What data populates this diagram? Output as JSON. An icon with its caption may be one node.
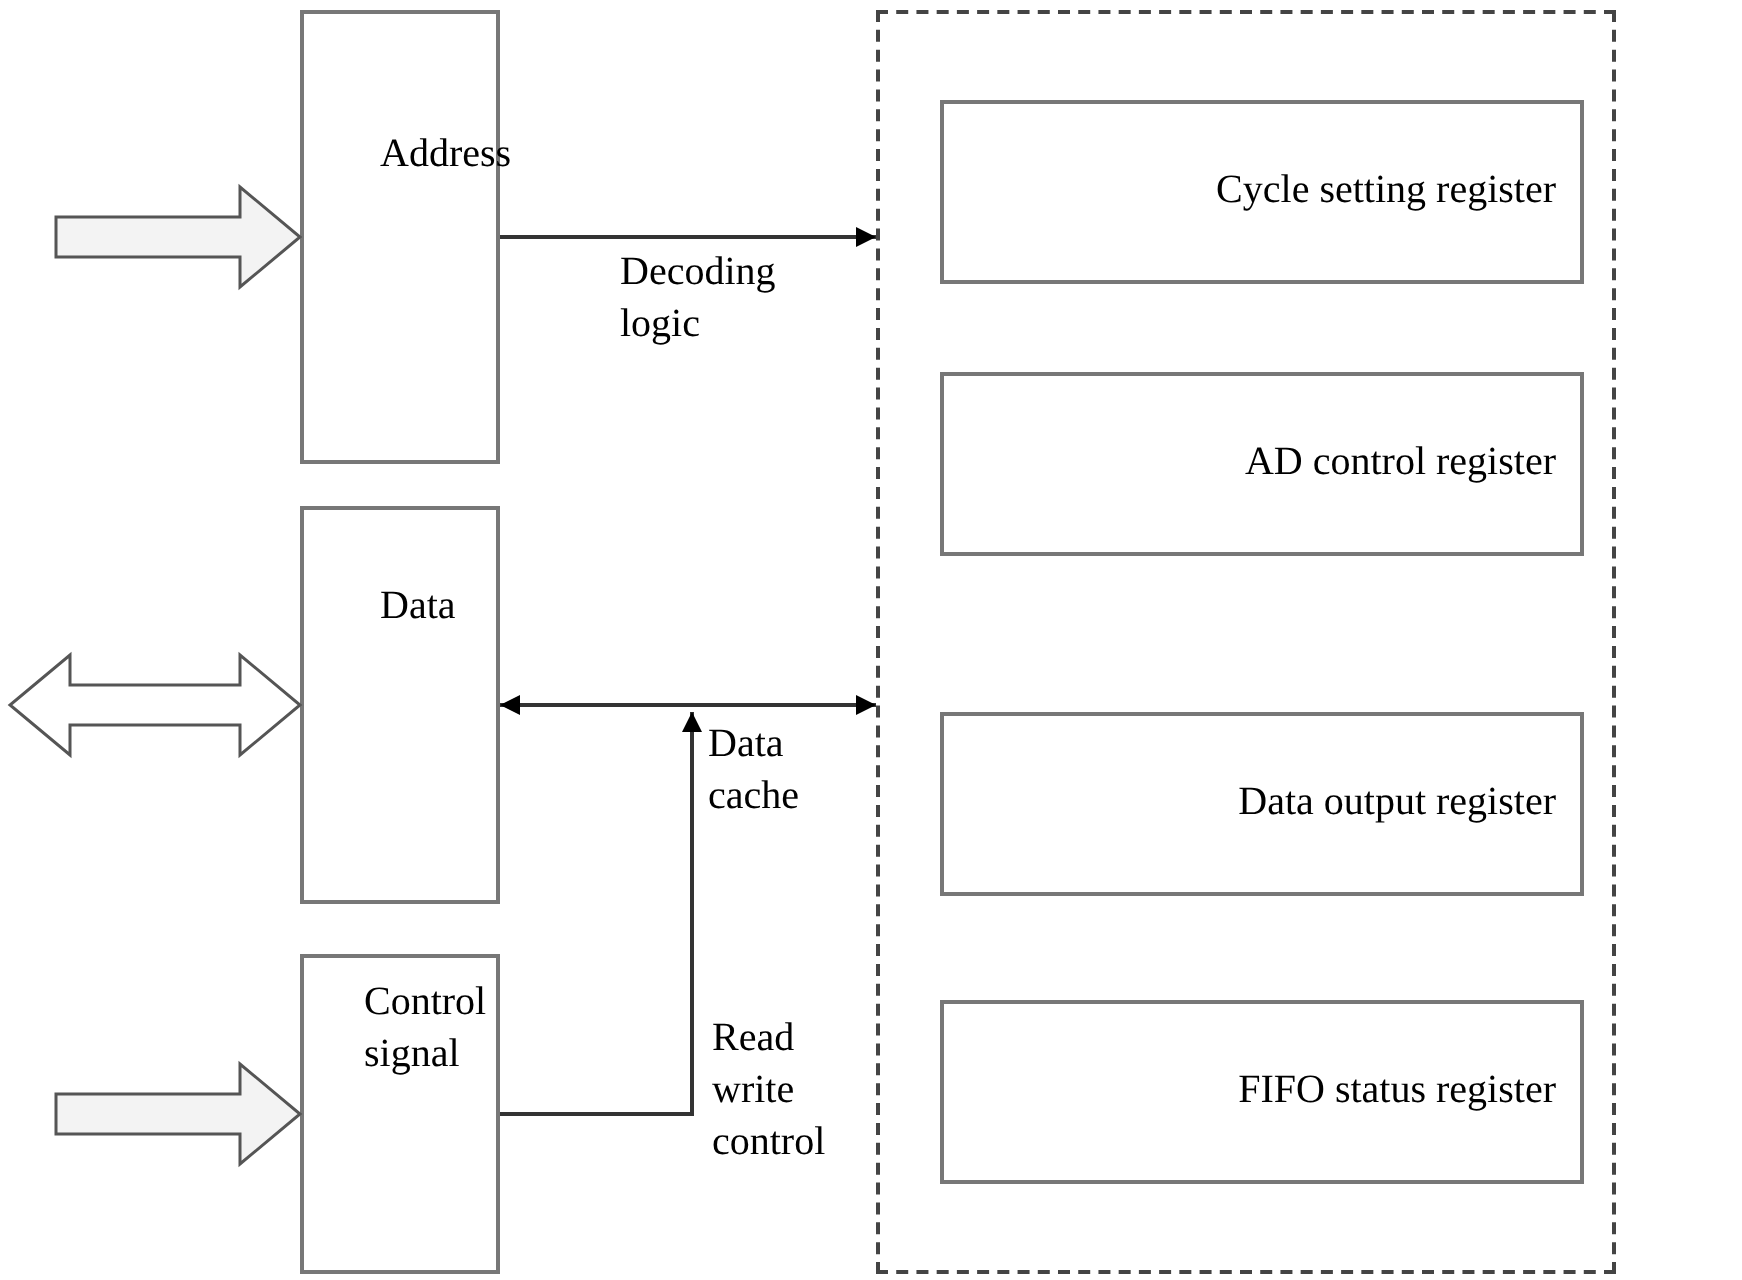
{
  "diagram": {
    "nodes": [
      {
        "text": [
          "Address"
        ]
      },
      {
        "text": [
          "Data"
        ]
      },
      {
        "text": [
          "Control signal"
        ]
      },
      {
        "text": [],
        "shape": "box"
      },
      {
        "text": [
          "Cycle setting register"
        ],
        "in": 3
      },
      {
        "text": [
          "AD control register"
        ],
        "in": 3
      },
      {
        "text": [
          "Data output register"
        ],
        "in": 3
      },
      {
        "text": [
          "FIFO status register"
        ],
        "in": 3
      }
    ],
    "edges": [
      {
        "from": 0,
        "to": 3,
        "arrow": "to",
        "label": "Decoding logic"
      },
      {
        "from": 1,
        "to": 3,
        "arrow": "both",
        "label": "Data cache"
      },
      {
        "from": 2,
        "to": null,
        "arrow": "to",
        "label": "Read write control"
      },
      {
        "from": null,
        "to": 0,
        "arrow": "to",
        "style": "thick"
      },
      {
        "from": null,
        "to": 1,
        "arrow": "both",
        "style": "thick"
      },
      {
        "from": null,
        "to": 2,
        "arrow": "to",
        "style": "thick"
      }
    ]
  }
}
